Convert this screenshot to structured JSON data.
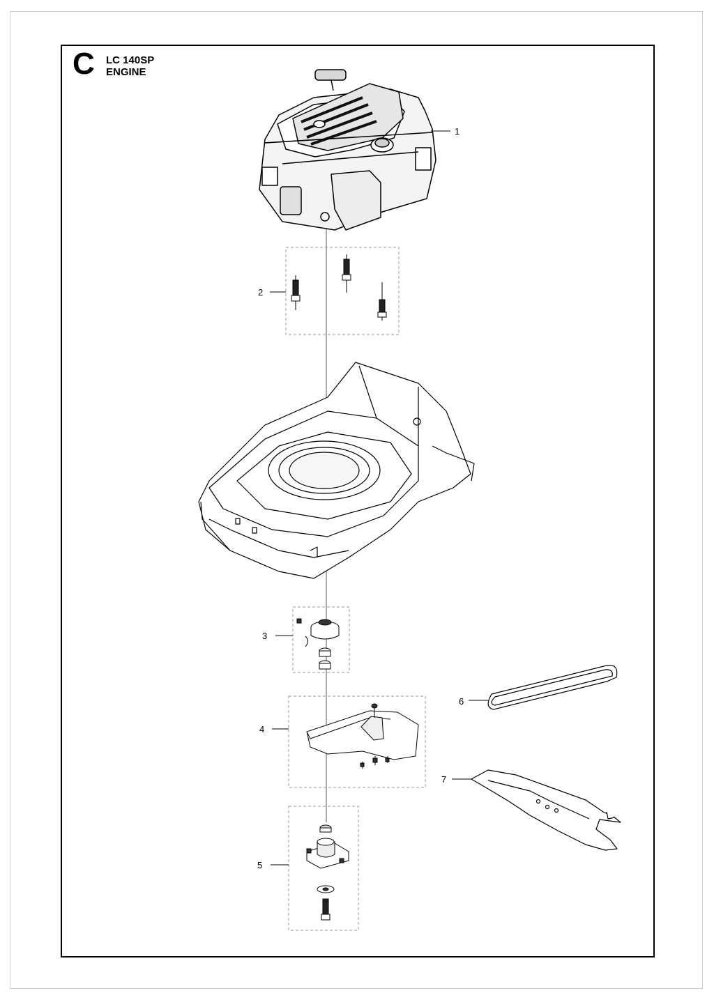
{
  "header": {
    "section": "C",
    "model": "LC 140SP",
    "title": "ENGINE"
  },
  "callouts": [
    {
      "id": "1",
      "label": "1",
      "part": "engine"
    },
    {
      "id": "2",
      "label": "2",
      "part": "bolts"
    },
    {
      "id": "3",
      "label": "3",
      "part": "hub-kit"
    },
    {
      "id": "4",
      "label": "4",
      "part": "belt-guard"
    },
    {
      "id": "5",
      "label": "5",
      "part": "blade-holder"
    },
    {
      "id": "6",
      "label": "6",
      "part": "drive-belt"
    },
    {
      "id": "7",
      "label": "7",
      "part": "blade"
    }
  ],
  "colors": {
    "line": "#000000",
    "group_border": "#9a9a9a"
  }
}
